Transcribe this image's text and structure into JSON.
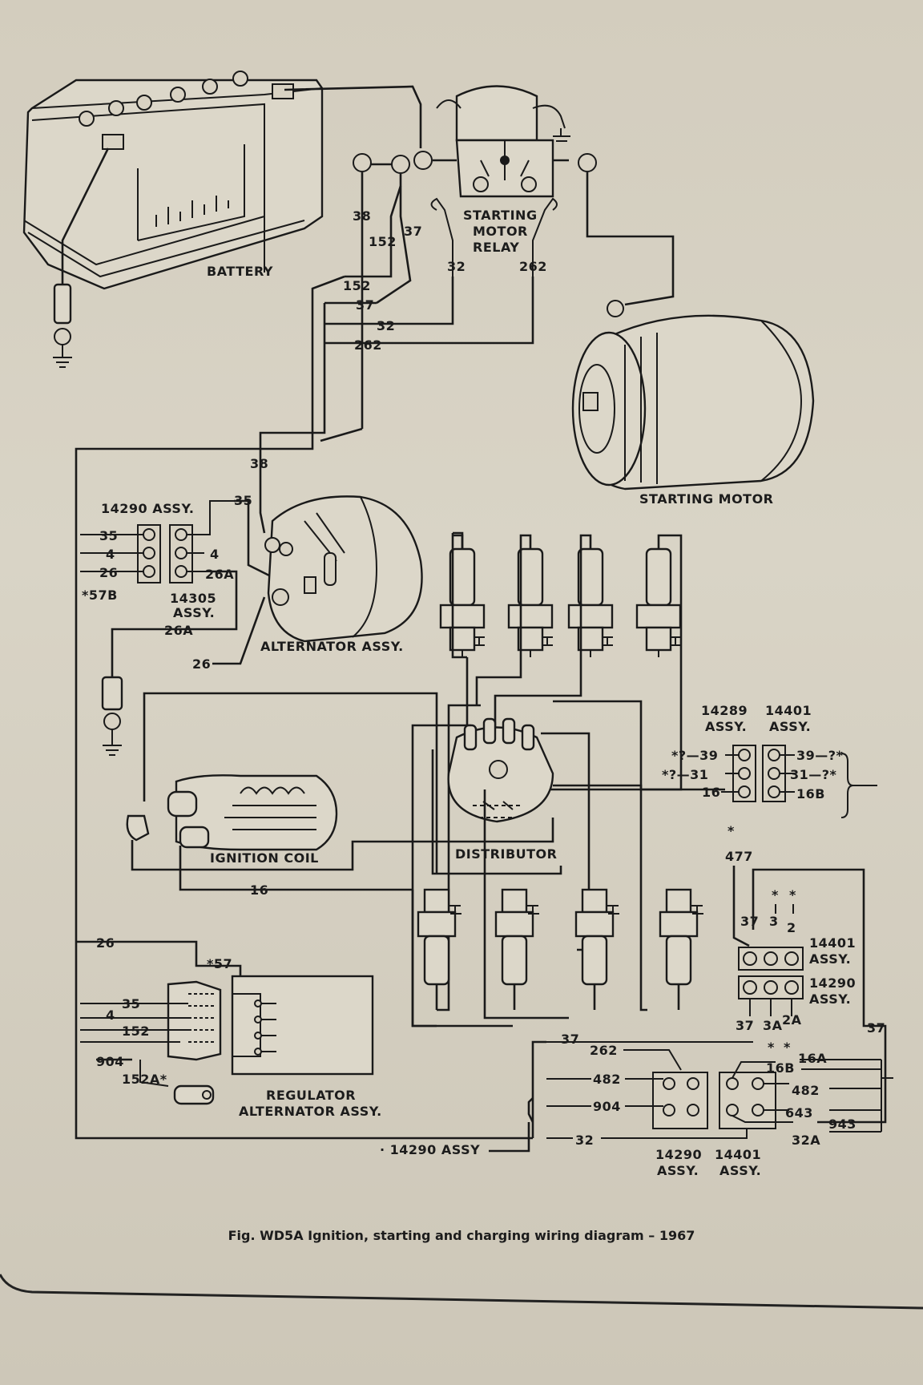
{
  "caption": "Fig. WD5A Ignition, starting and charging wiring diagram – 1967",
  "components": {
    "battery": "BATTERY",
    "relay": [
      "STARTING",
      "MOTOR",
      "RELAY"
    ],
    "starting_motor": "STARTING MOTOR",
    "alternator": "ALTERNATOR ASSY.",
    "ignition_coil": "IGNITION COIL",
    "distributor": "DISTRIBUTOR",
    "regulator": [
      "REGULATOR",
      "ALTERNATOR ASSY."
    ]
  },
  "assemblies": {
    "a14290_top": "14290 ASSY.",
    "a14305": [
      "14305",
      "ASSY."
    ],
    "a14289": [
      "14289",
      "ASSY."
    ],
    "a14401_top": [
      "14401",
      "ASSY."
    ],
    "a14401_mid": [
      "14401",
      "ASSY."
    ],
    "a14290_mid": [
      "14290",
      "ASSY."
    ],
    "a14290_bottom_line": "· 14290 ASSY",
    "a14290_bottom": [
      "14290",
      "ASSY."
    ],
    "a14401_bottom": [
      "14401",
      "ASSY."
    ]
  },
  "wires": {
    "w38a": "38",
    "w37a": "37",
    "w152a": "152",
    "w32a": "32",
    "w262a": "262",
    "w152b": "152",
    "w37b": "37",
    "w32b": "32",
    "w262b": "262",
    "w38b": "38",
    "w35a": "35",
    "c_35": "35",
    "c_4": "4",
    "c_26": "26",
    "c_57b": "*57B",
    "c_4b": "4",
    "c_26a": "26A",
    "w26a": "26A",
    "w26": "26",
    "r_39a": "*?—39",
    "r_31a": "*?—31",
    "r_16a": "16",
    "r_39b": "39—?*",
    "r_31b": "31—?*",
    "r_16b": "16B",
    "w477": "477",
    "w477s": "*",
    "m_37": "37",
    "m_3": "3",
    "m_2": "2",
    "m_s1": "*",
    "m_s2": "*",
    "m_37b": "37",
    "m_3a": "3A",
    "m_2a": "2A",
    "m_s3": "*",
    "m_s4": "*",
    "w37r": "37",
    "w16": "16",
    "w26c": "26",
    "w57": "*57",
    "w35b": "35",
    "w4b": "4",
    "w152c": "152",
    "w904a": "904",
    "w152as": "152A*",
    "b_37": "37",
    "b_262": "262",
    "b_482": "482",
    "b_904": "904",
    "b_32": "32",
    "b_16a": "16A",
    "b_16b": "16B",
    "b_482b": "482",
    "b_643": "643",
    "b_943": "943",
    "b_32a": "32A"
  },
  "colors": {
    "paper": "#d6d0c2",
    "ink": "#1a1a1a"
  }
}
